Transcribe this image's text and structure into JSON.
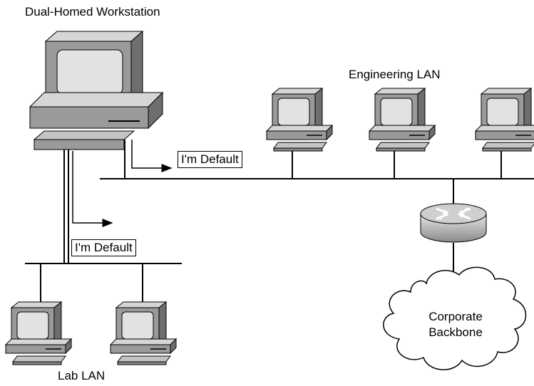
{
  "labels": {
    "workstation": "Dual-Homed Workstation",
    "engineering_lan": "Engineering LAN",
    "lab_lan": "Lab LAN",
    "default_upper": "I'm Default",
    "default_lower": "I'm Default",
    "cloud_line1": "Corporate",
    "cloud_line2": "Backbone"
  },
  "colors": {
    "device_gray": "#9a9a9a",
    "device_light": "#d6d6d6",
    "device_dark": "#6e6e6e",
    "screen": "#e2e2e2",
    "line": "#000000"
  }
}
